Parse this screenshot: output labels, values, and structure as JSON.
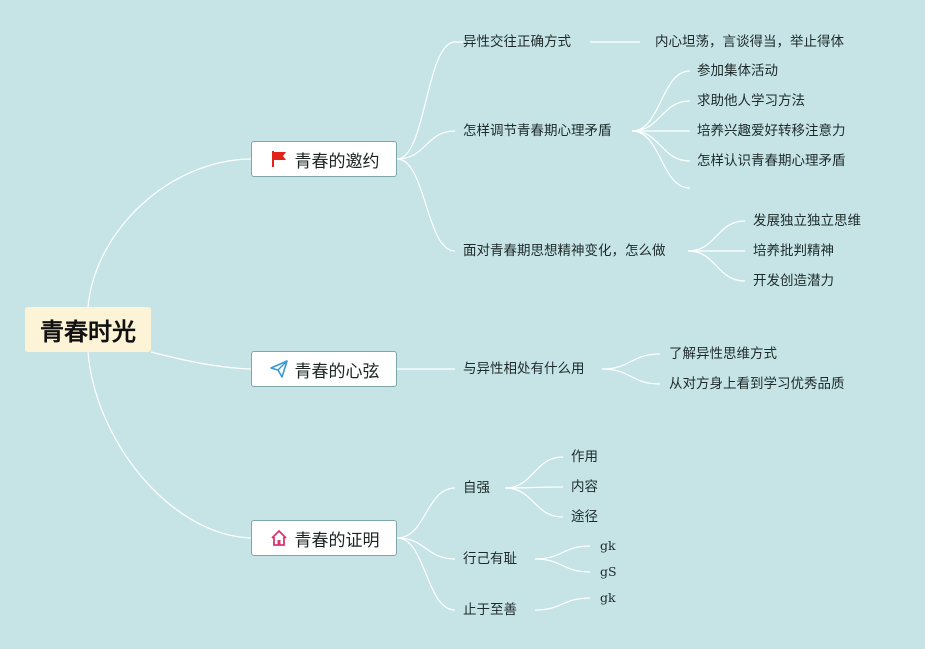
{
  "root": {
    "label": "青春时光"
  },
  "branches": [
    {
      "label": "青春的邀约",
      "icon": "red-flag-icon",
      "color": "#e2231a",
      "subs": [
        {
          "label": "异性交往正确方式",
          "children": [
            "内心坦荡，言谈得当，举止得体"
          ]
        },
        {
          "label": "怎样调节青春期心理矛盾",
          "children": [
            "参加集体活动",
            "求助他人学习方法",
            "培养兴趣爱好转移注意力",
            "怎样认识青春期心理矛盾",
            ""
          ]
        },
        {
          "label": "面对青春期思想精神变化，怎么做",
          "children": [
            "发展独立独立思维",
            "培养批判精神",
            "开发创造潜力"
          ]
        }
      ]
    },
    {
      "label": "青春的心弦",
      "icon": "paper-plane-icon",
      "color": "#3a9ad4",
      "subs": [
        {
          "label": "与异性相处有什么用",
          "children": [
            "了解异性思维方式",
            "从对方身上看到学习优秀品质"
          ]
        }
      ]
    },
    {
      "label": "青春的证明",
      "icon": "home-icon",
      "color": "#d9366e",
      "subs": [
        {
          "label": "自强",
          "children": [
            "作用",
            "内容",
            "途径"
          ]
        },
        {
          "label": "行己有耻",
          "children": [
            "gk",
            "gS"
          ]
        },
        {
          "label": "止于至善",
          "children": [
            "gk"
          ]
        }
      ]
    }
  ]
}
